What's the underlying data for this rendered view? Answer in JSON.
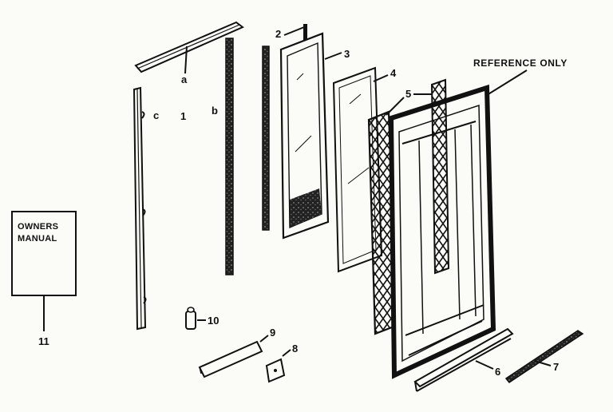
{
  "manual": {
    "line1": "OWNERS",
    "line2": "MANUAL",
    "callout": "11"
  },
  "reference_label": "REFERENCE ONLY",
  "callouts": {
    "a": "a",
    "b": "b",
    "c": "c",
    "part1": "1",
    "p2": "2",
    "p3": "3",
    "p4": "4",
    "p5": "5",
    "p6": "6",
    "p7": "7",
    "p8": "8",
    "p9": "9",
    "p10": "10"
  },
  "colors": {
    "ink": "#111111",
    "paper": "#fbfbf7"
  }
}
